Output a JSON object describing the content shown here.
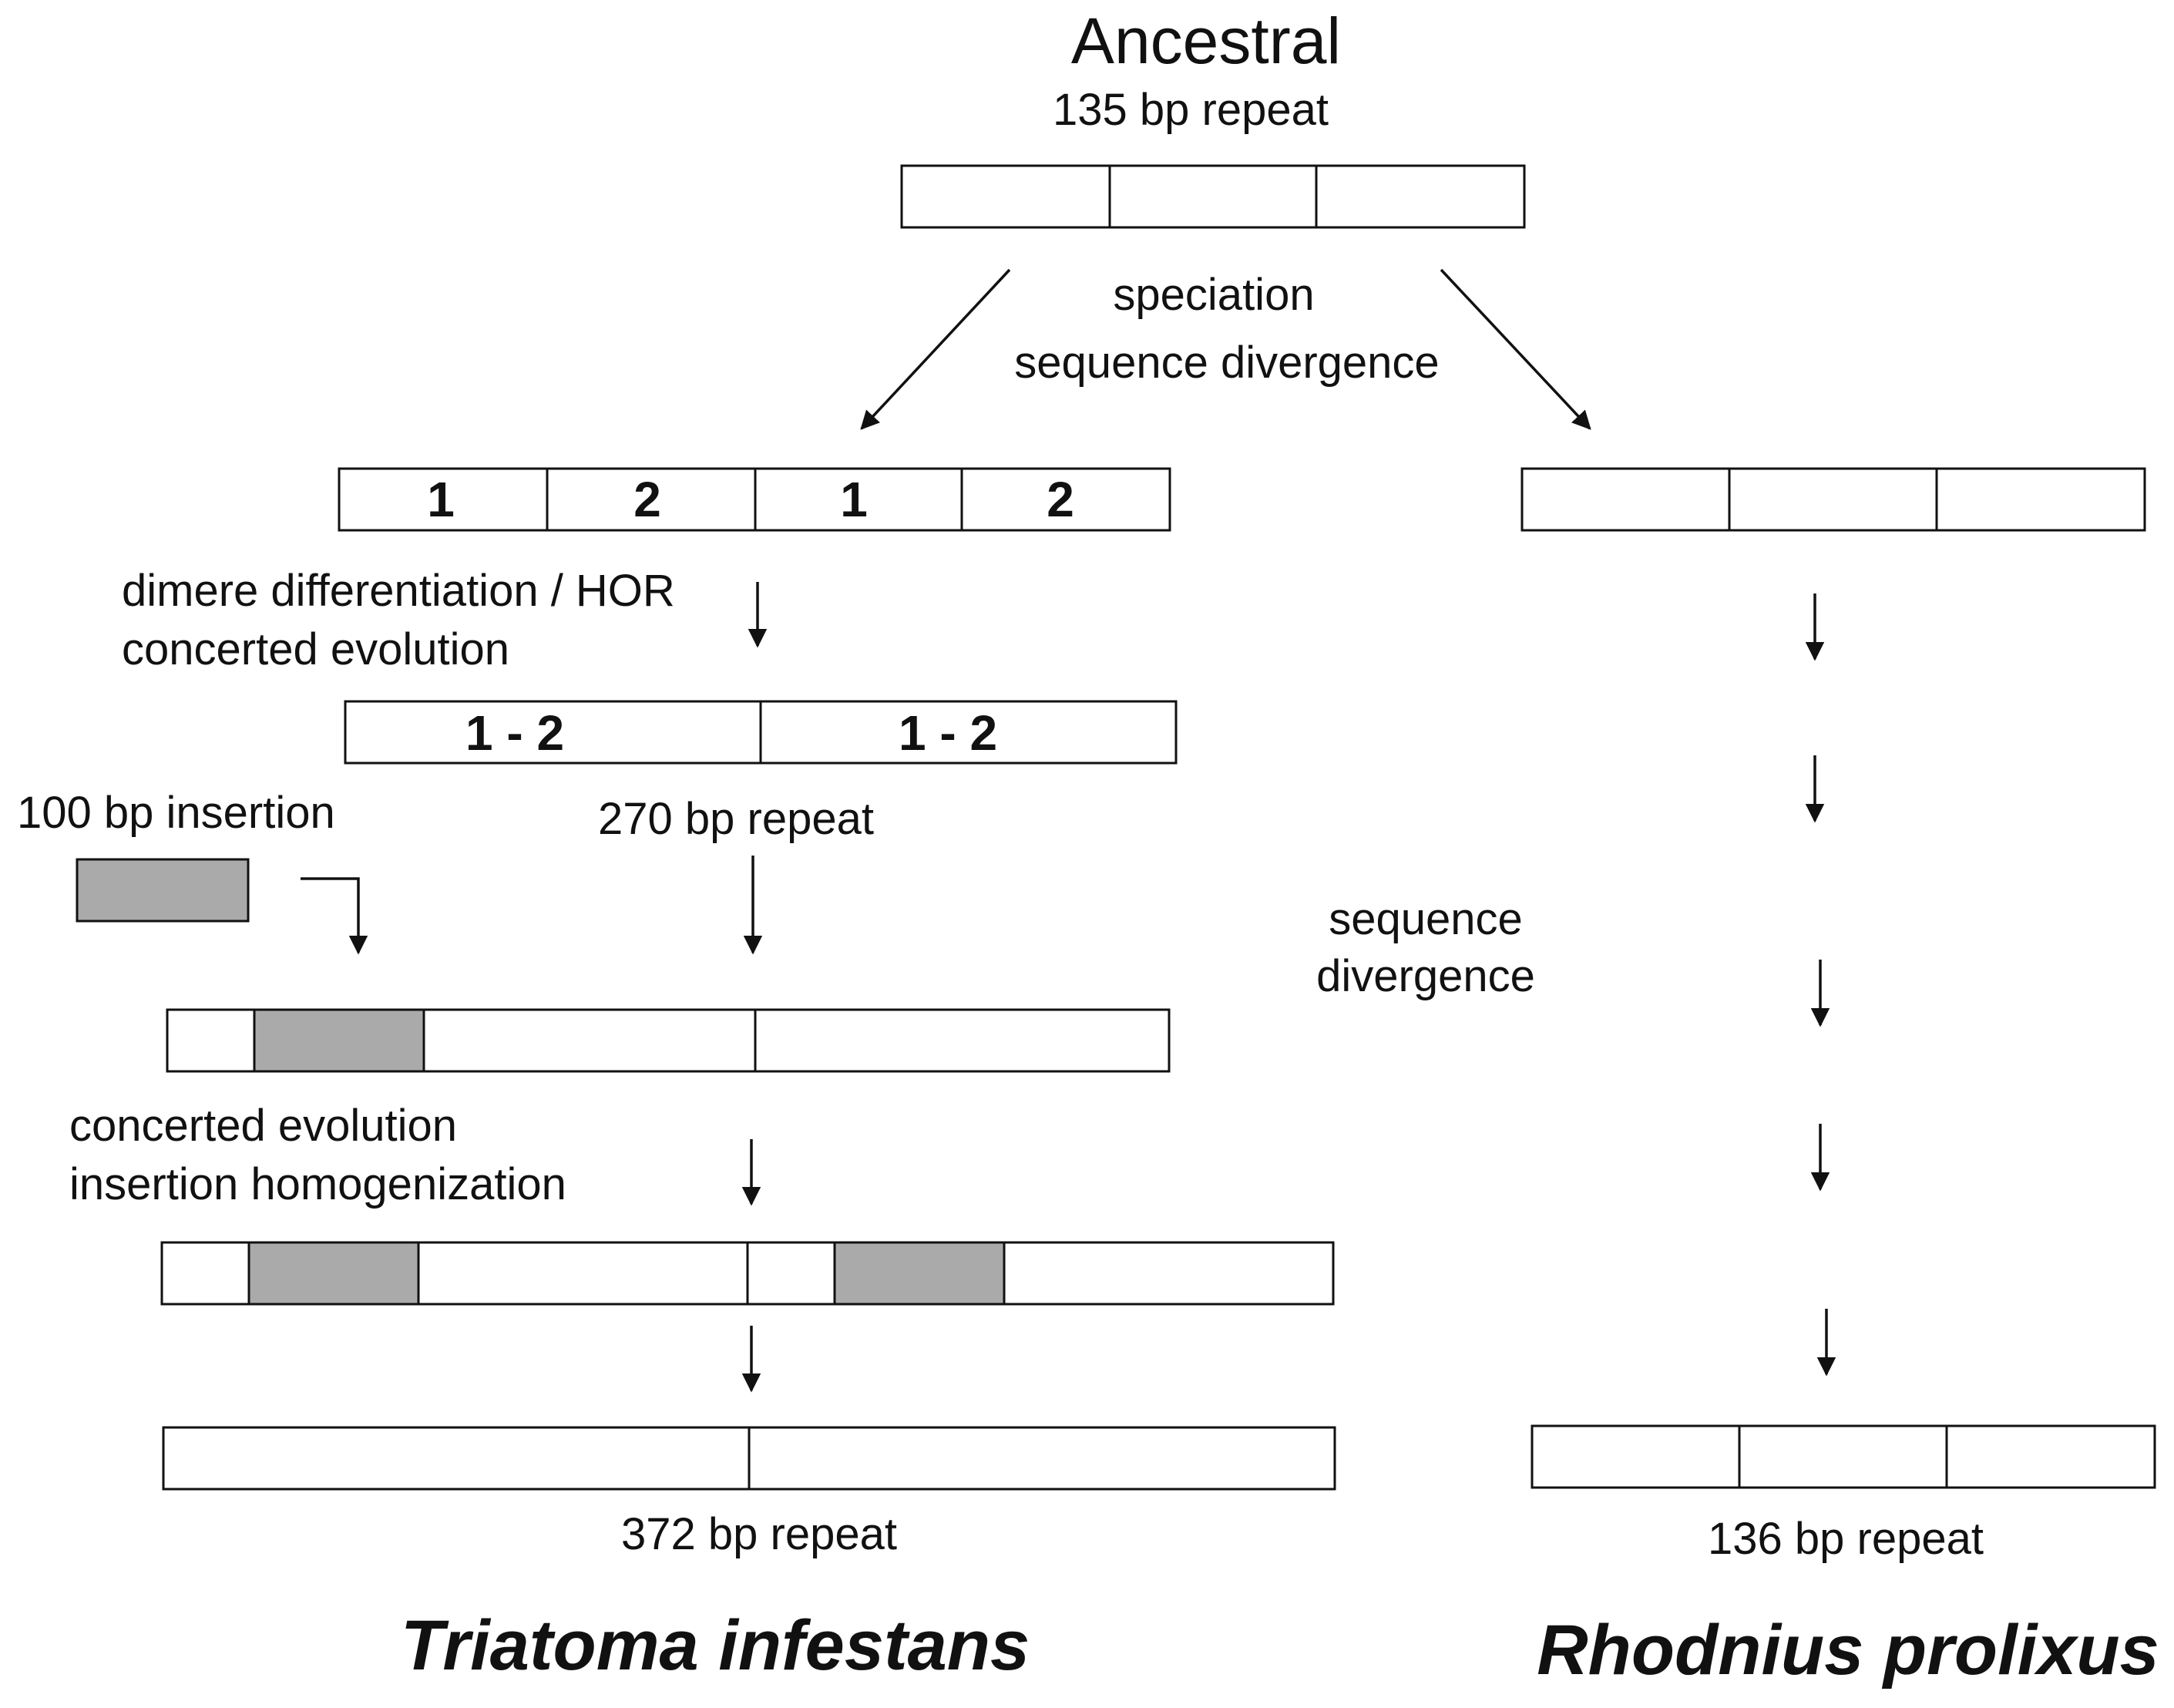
{
  "title": "Ancestral",
  "ancestral_repeat": "135 bp repeat",
  "speciation_label": "speciation",
  "divergence_label": "sequence divergence",
  "triatoma": {
    "species": "Triatoma infestans",
    "dimer_units": [
      "1",
      "2",
      "1",
      "2"
    ],
    "step1_line1": "dimere differentiation / HOR",
    "step1_line2": "concerted evolution",
    "hor_units": [
      "1 - 2",
      "1 - 2"
    ],
    "repeat_270": "270 bp repeat",
    "insertion_label": "100 bp insertion",
    "step2_line1": "concerted evolution",
    "step2_line2": "insertion homogenization",
    "repeat_372": "372 bp repeat"
  },
  "rhodnius": {
    "species": "Rhodnius prolixus",
    "divergence_line1": "sequence",
    "divergence_line2": "divergence",
    "repeat_136": "136 bp repeat"
  },
  "colors": {
    "insertion": "#aaaaaa",
    "stroke": "#111111",
    "background": "#ffffff"
  }
}
